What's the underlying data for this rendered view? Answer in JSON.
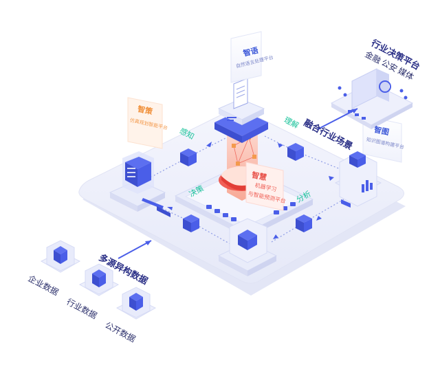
{
  "colors": {
    "primary_blue": "#4a5ee8",
    "light_platform": "#eef0fb",
    "accent_red": "#ef4f45",
    "accent_orange": "#f39a4d",
    "accent_green": "#19c29a"
  },
  "sources": {
    "title": "多源异构数据",
    "items": [
      "企业数据",
      "行业数据",
      "公开数据"
    ]
  },
  "steps": {
    "perception": "感知",
    "understanding": "理解",
    "decision": "决策",
    "analysis": "分析"
  },
  "cards": {
    "zhiyu": {
      "title": "智语",
      "subtitle": "自然语言处理平台"
    },
    "zhice": {
      "title": "智策",
      "subtitle": "仿真规划智能平台"
    },
    "zhihui": {
      "title": "智慧",
      "line1": "机器学习",
      "line2": "与智能预测平台"
    },
    "zhitu": {
      "title": "智图",
      "subtitle": "知识图谱构建平台"
    }
  },
  "scenarios": {
    "label": "融合行业场景"
  },
  "industry": {
    "title": "行业决策平台",
    "items": [
      "金融",
      "公安",
      "媒体"
    ]
  }
}
